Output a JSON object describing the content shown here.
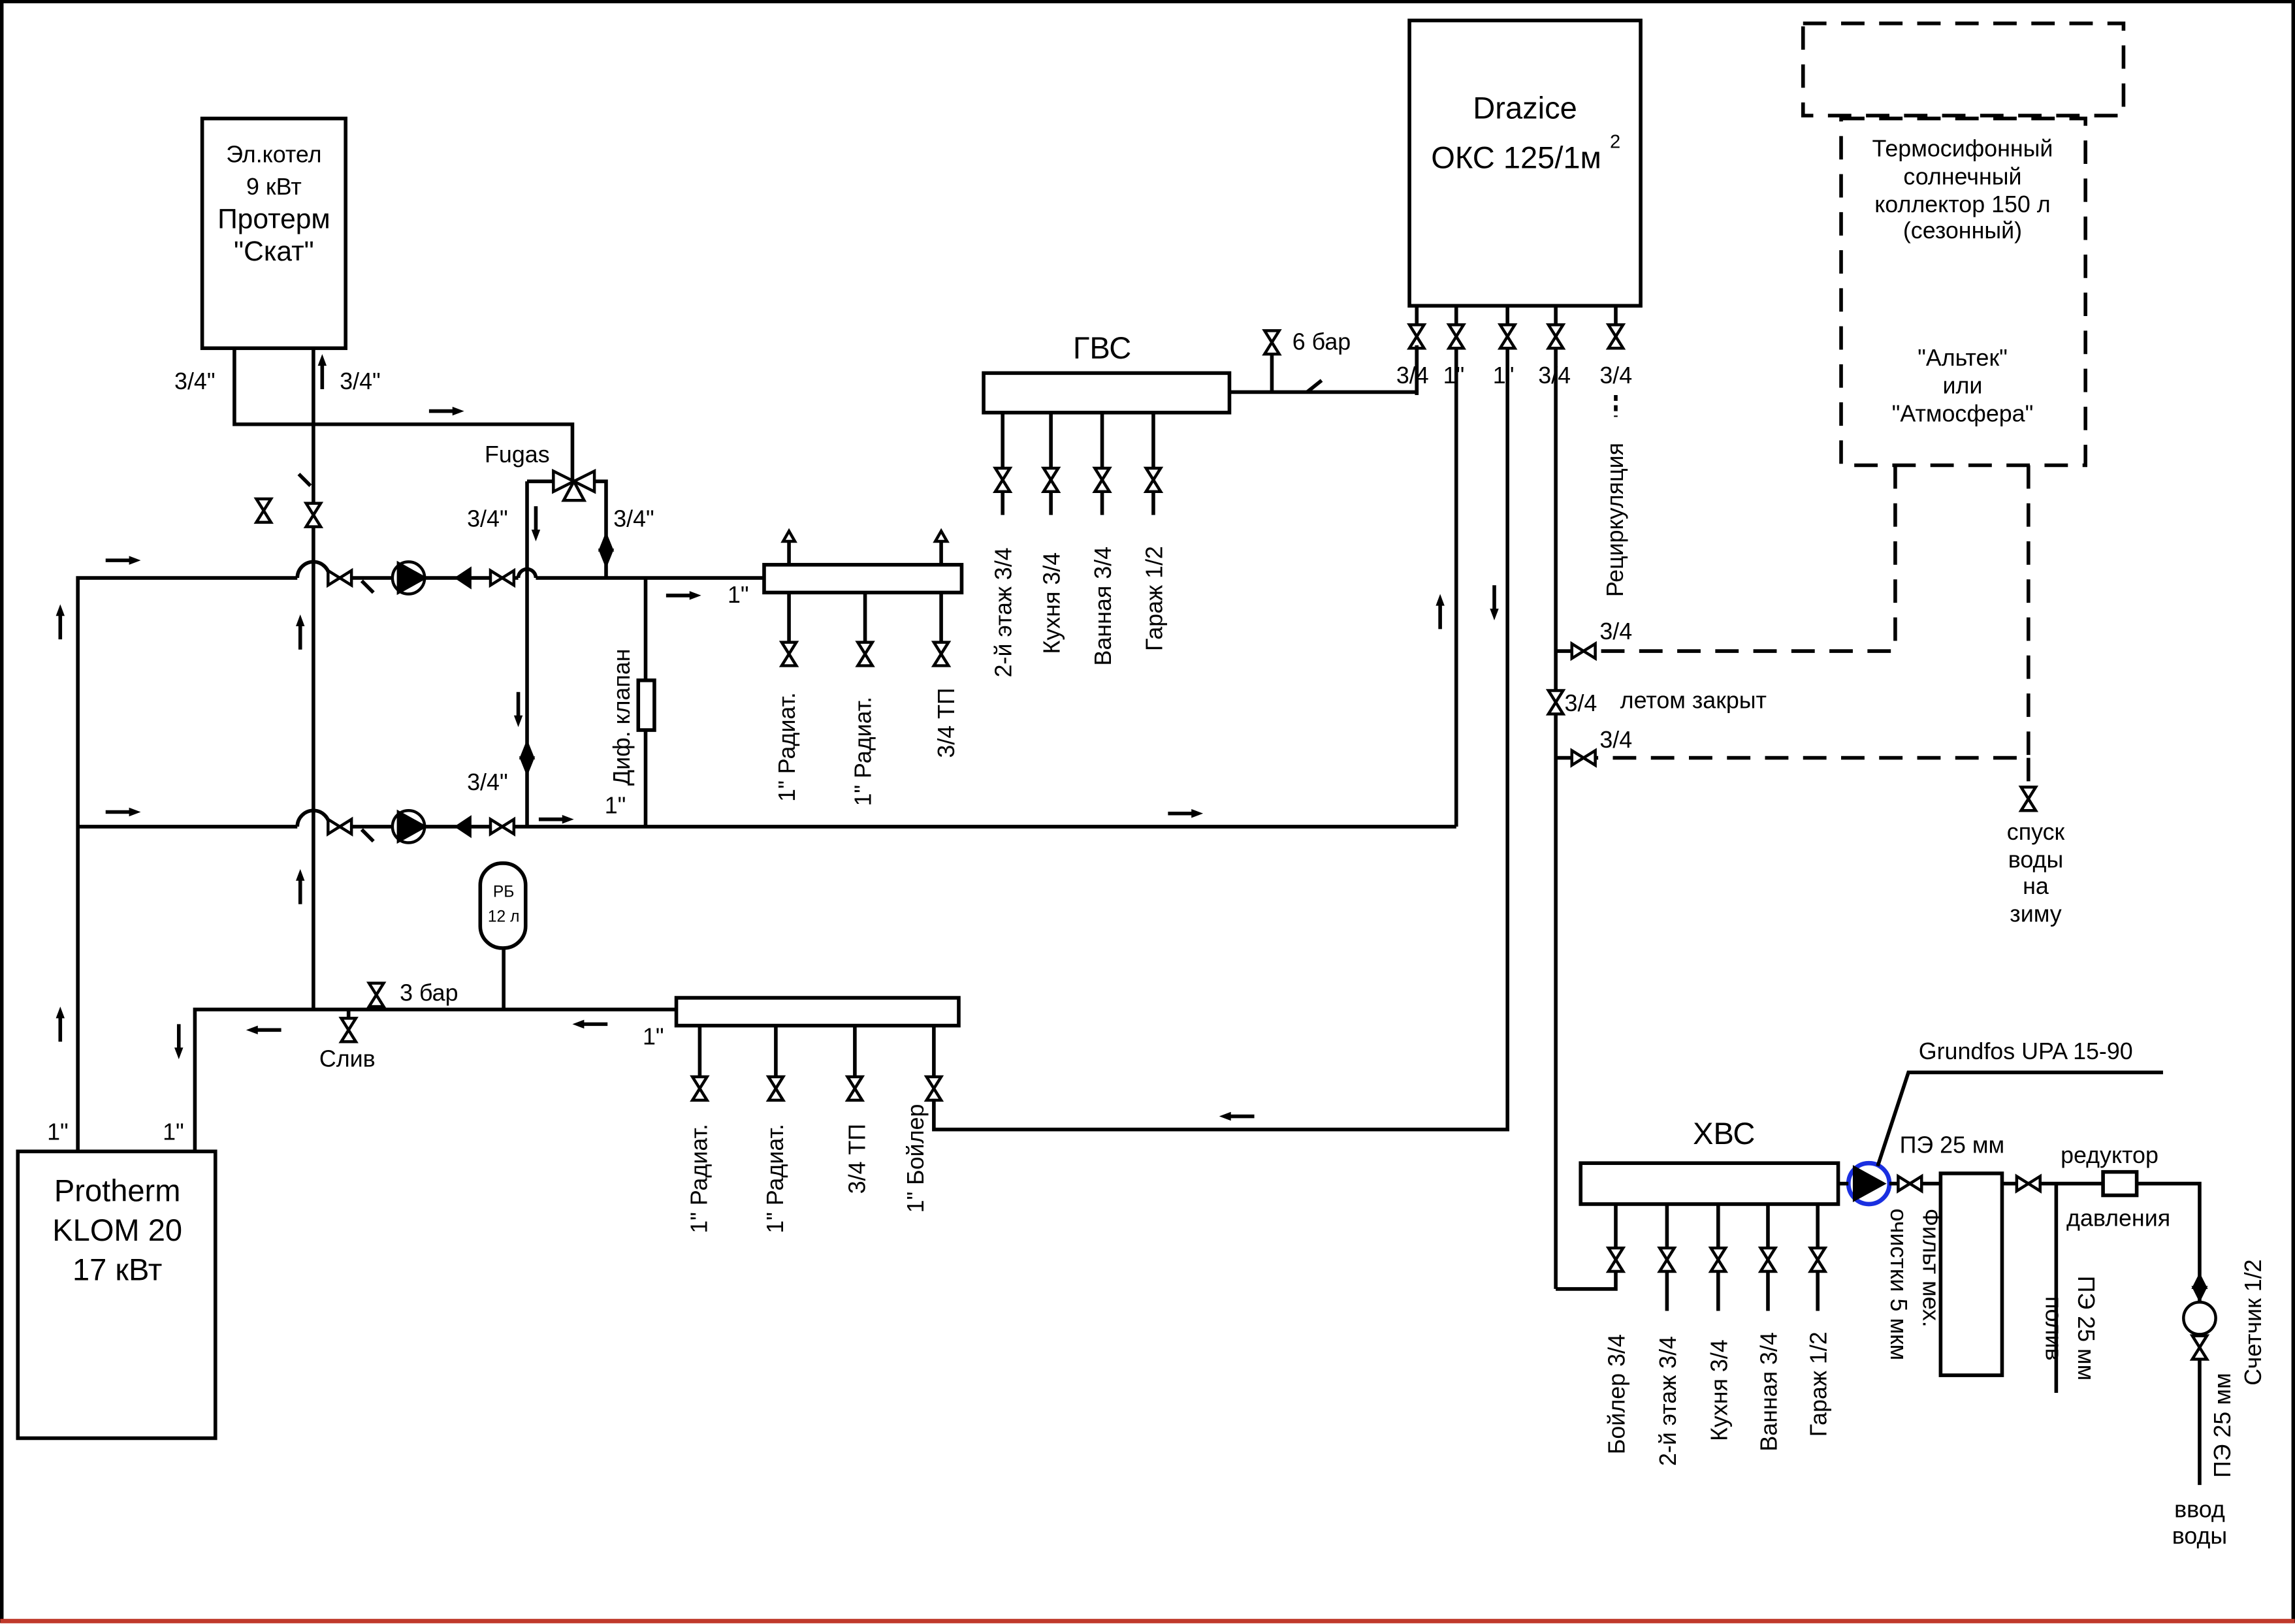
{
  "boiler_el": {
    "line1": "Эл.котел",
    "line2": "9 кВт",
    "line3": "Протерм",
    "line4": "\"Скат\""
  },
  "boiler_main": {
    "line1": "Protherm",
    "line2": "KLOM 20",
    "line3": "17 кВт"
  },
  "tank": {
    "line1": "Drazice",
    "line2": "ОКС 125/1м",
    "sup": "2"
  },
  "solar": {
    "line1": "Термосифонный",
    "line2": "солнечный",
    "line3": "коллектор 150 л",
    "line4": "(сезонный)",
    "line5": "\"Альтек\"",
    "line6": "или",
    "line7": "\"Атмосфера\""
  },
  "gvs": {
    "title": "ГВС",
    "outlets": [
      "2-й этаж 3/4",
      "Кухня 3/4",
      "Ванная 3/4",
      "Гараж 1/2"
    ],
    "pressure": "6 бар"
  },
  "hvs": {
    "title": "ХВС",
    "outlets": [
      "Бойлер 3/4",
      "2-й этаж 3/4",
      "Кухня 3/4",
      "Ванная 3/4",
      "Гараж 1/2"
    ]
  },
  "heating_top": {
    "outlets": [
      "1\" Радиат.",
      "1\" Радиат.",
      "3/4 ТП"
    ]
  },
  "heating_bottom": {
    "outlets": [
      "1\" Радиат.",
      "1\" Радиат.",
      "3/4 ТП",
      "1\" Бойлер"
    ]
  },
  "labels": {
    "three_quarter": "3/4\"",
    "one_inch": "1\"",
    "fugas": "Fugas",
    "dif_valve": "Диф. клапан",
    "rb_line1": "РБ",
    "rb_line2": "12 л",
    "three_bar": "3 бар",
    "drain": "Слив",
    "tank_3_4": "3/4",
    "tank_1": "1\"",
    "recirc": "Рециркуляция",
    "summer_closed": "летом закрыт",
    "drain_winter": [
      "спуск",
      "воды",
      "на",
      "зиму"
    ],
    "grundfos": "Grundfos UPA 15-90",
    "pe25": "ПЭ 25 мм",
    "reducer_line1": "редуктор",
    "reducer_line2": "давления",
    "filter_line1": "Фильт мех.",
    "filter_line2": "очистки 5 мкм",
    "irrigation_line1": "полив",
    "irrigation_line2": "ПЭ 25 мм",
    "meter": "Счетчик 1/2",
    "inlet_pe": "ПЭ 25 мм",
    "inlet_line1": "ввод",
    "inlet_line2": "воды"
  }
}
